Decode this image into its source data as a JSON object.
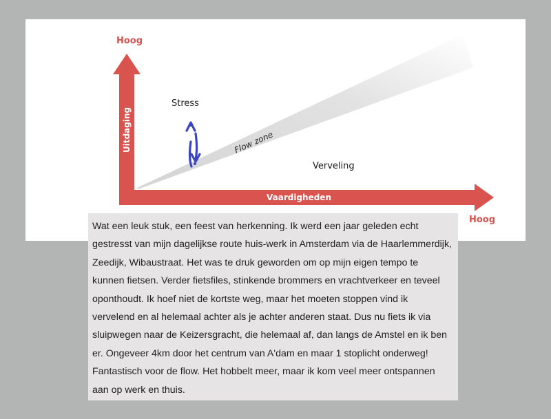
{
  "diagram": {
    "y_high_label": "Hoog",
    "x_high_label": "Hoog",
    "y_axis_label": "Uitdaging",
    "x_axis_label": "Vaardigheden",
    "stress_label": "Stress",
    "boredom_label": "Verveling",
    "flow_label": "Flow zone",
    "colors": {
      "axis": "#d9534f",
      "arrows_icon": "#3b45c4",
      "flow_band": "#d8d8d8"
    },
    "icon": "up-down-arrows-icon"
  },
  "comment": {
    "text": "Wat een leuk stuk, een feest van herkenning. Ik werd een jaar geleden echt gestresst van mijn dagelijkse route huis-werk in Amsterdam via de Haarlemmerdijk, Zeedijk, Wibaustraat. Het was te druk geworden om op mijn eigen tempo te kunnen fietsen. Verder fietsfiles, stinkende brommers en vrachtverkeer en teveel oponthoudt. Ik hoef niet de kortste weg, maar het moeten stoppen vind ik vervelend en al helemaal achter als je achter anderen staat. Dus nu fiets ik via sluipwegen naar de Keizersgracht, die helemaal af, dan langs de Amstel en ik ben er. Ongeveer 4km door het centrum van A'dam en maar 1 stoplicht onderweg! Fantastisch voor de flow. Het hobbelt meer, maar ik kom veel meer ontspannen aan op werk en thuis."
  }
}
